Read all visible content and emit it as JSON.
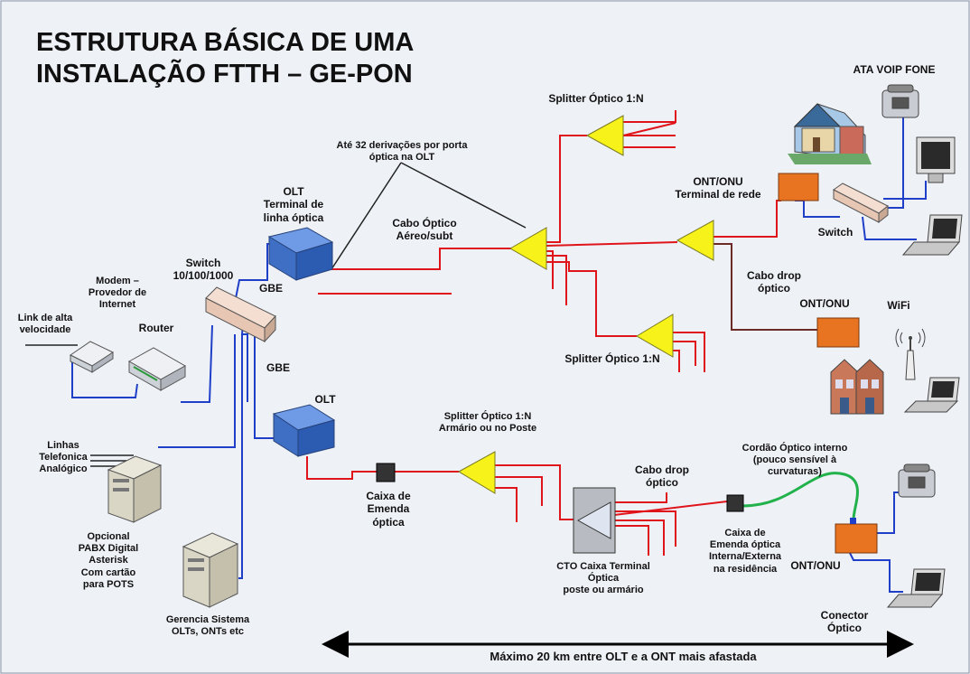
{
  "title": {
    "line1": "ESTRUTURA BÁSICA DE UMA",
    "line2": "INSTALAÇÃO FTTH – GE-PON"
  },
  "labels": {
    "ata_voip": "ATA VOIP FONE",
    "splitter_top": "Splitter Óptico 1:N",
    "derivacoes": "Até 32 derivações por porta\nóptica na OLT",
    "ont_top": "ONT/ONU\nTerminal de rede",
    "switch_right": "Switch",
    "olt_terminal": "OLT\nTerminal de\nlinha óptica",
    "cabo_optico": "Cabo Óptico\nAéreo/subt",
    "modem": "Modem –\nProvedor de\nInternet",
    "switch_left": "Switch\n10/100/1000",
    "gbe_top": "GBE",
    "gbe_bottom": "GBE",
    "link": "Link de alta\nvelocidade",
    "router": "Router",
    "cabo_drop_top": "Cabo drop\nóptico",
    "ont_mid": "ONT/ONU",
    "wifi": "WiFi",
    "splitter_mid": "Splitter Óptico 1:N",
    "olt_bottom": "OLT",
    "splitter_armario": "Splitter Óptico 1:N\nArmário ou no Poste",
    "linhas": "Linhas\nTelefonica\nAnalógico",
    "cordao": "Cordão Óptico interno\n(pouco sensível à\ncurvaturas)",
    "cabo_drop_bottom": "Cabo drop\nóptico",
    "caixa_emenda": "Caixa de\nEmenda\nóptica",
    "opcional": "Opcional\nPABX Digital\nAsterisk\nCom cartão\npara POTS",
    "caixa_emenda_res": "Caixa de\nEmenda óptica\nInterna/Externa\nna residência",
    "cto": "CTO Caixa Terminal\nÓptica\nposte ou armário",
    "ont_bottom": "ONT/ONU",
    "gerencia": "Gerencia Sistema\nOLTs, ONTs etc",
    "conector": "Conector\nÓptico",
    "maximo": "Máximo 20 km entre OLT e a ONT mais afastada"
  },
  "colors": {
    "fiber": "#e0141b",
    "copper": "#1f3fc9",
    "drop": "#6b2a26",
    "cord": "#22b24c",
    "splitter": "#f7f21a",
    "ont": "#e87320",
    "olt": "#4a78c8"
  },
  "icons": [
    "house-icon",
    "phone-icon",
    "monitor-icon",
    "laptop-icon",
    "server-icon",
    "wifi-antenna-icon",
    "router-icon",
    "modem-icon",
    "switch-icon",
    "olt-icon",
    "ont-icon",
    "splitter-icon"
  ]
}
